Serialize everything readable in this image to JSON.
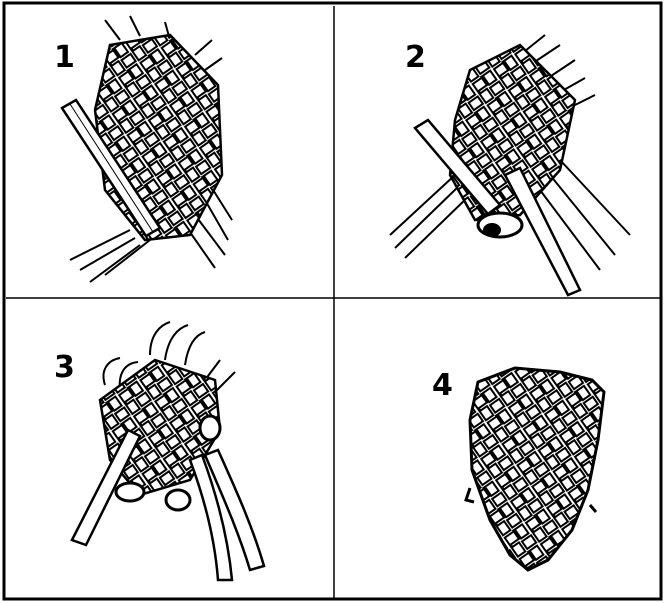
{
  "steps": [
    {
      "number": "1",
      "illustration": "weave-start"
    },
    {
      "number": "2",
      "illustration": "weave-diagonal-fold"
    },
    {
      "number": "3",
      "illustration": "weave-curved-strands"
    },
    {
      "number": "4",
      "illustration": "weave-finished-point"
    }
  ],
  "colors": {
    "ink": "#000000",
    "paper": "#ffffff"
  }
}
